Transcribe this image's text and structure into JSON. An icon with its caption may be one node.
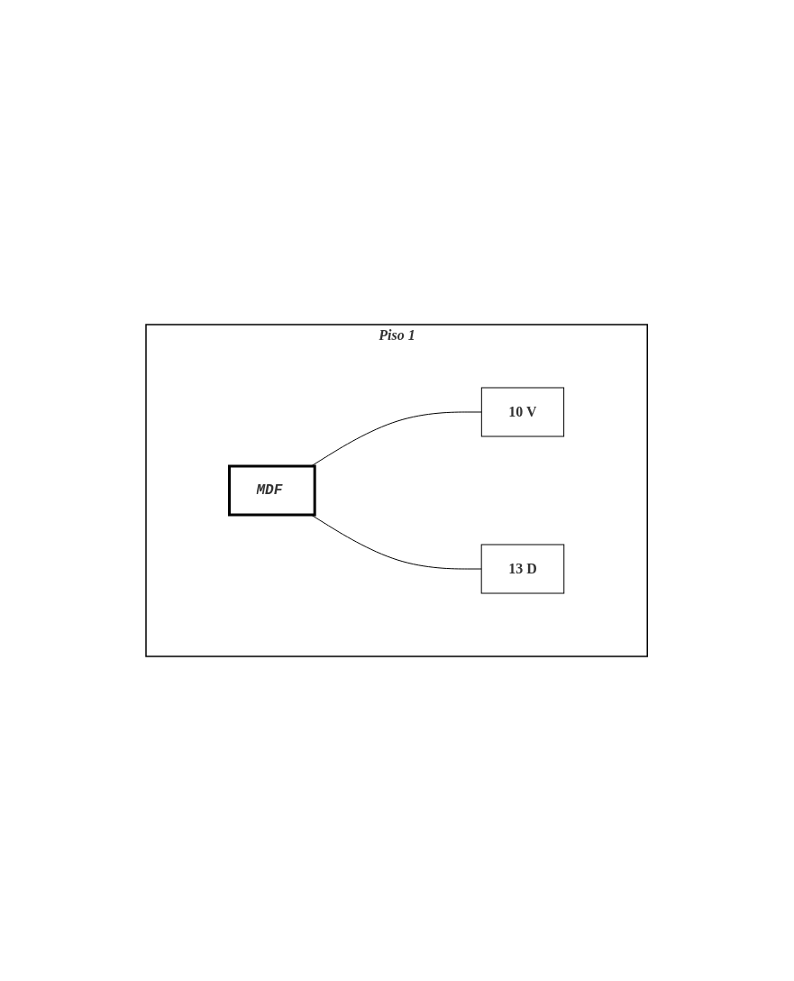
{
  "diagram": {
    "nodes": [
      {
        "text": [
          "Piso 1"
        ]
      },
      {
        "text": [
          "10 V"
        ],
        "in": 0
      },
      {
        "text": [
          "MDF"
        ],
        "in": 0
      },
      {
        "text": [
          "13 D"
        ],
        "in": 0
      }
    ],
    "edges": [
      {
        "from": 2,
        "to": 1,
        "arrow": "none"
      },
      {
        "from": 2,
        "to": 3,
        "arrow": "none"
      }
    ]
  }
}
